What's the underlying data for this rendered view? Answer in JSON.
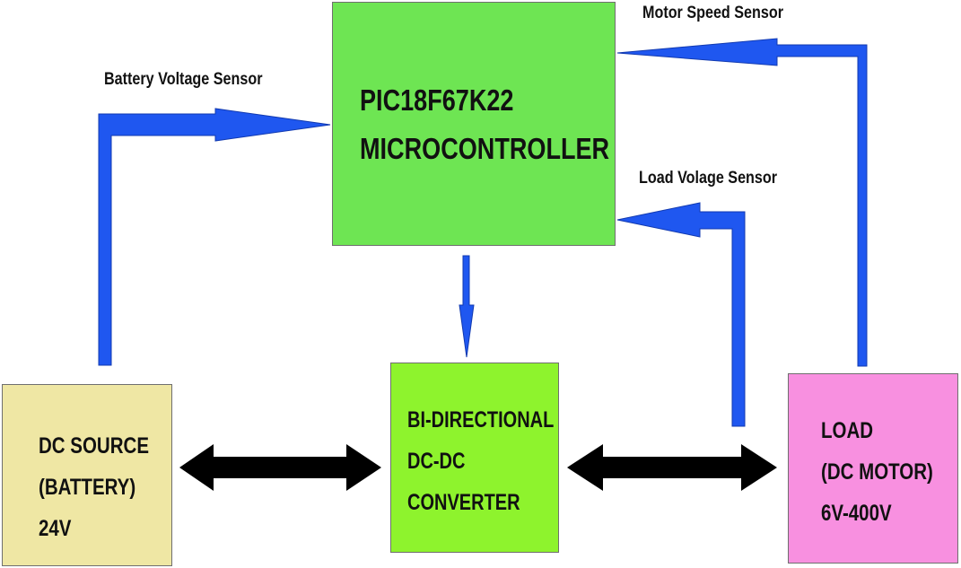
{
  "blocks": {
    "microcontroller": {
      "line1": "PIC18F67K22",
      "line2": "MICROCONTROLLER",
      "color": "#6ee553"
    },
    "dc_source": {
      "line1": "DC SOURCE",
      "line2": "(BATTERY)",
      "line3": "24V",
      "color": "#efe7a4"
    },
    "converter": {
      "line1": "BI-DIRECTIONAL",
      "line2": "DC-DC",
      "line3": "CONVERTER",
      "color": "#8ef32d"
    },
    "load": {
      "line1": "LOAD",
      "line2": "(DC MOTOR)",
      "line3": "6V-400V",
      "color": "#f890e0"
    }
  },
  "signals": {
    "battery_voltage": "Battery Voltage Sensor",
    "motor_speed": "Motor Speed Sensor",
    "load_voltage": "Load Volage Sensor"
  },
  "colors": {
    "signal_arrow": "#1f57f0",
    "power_arrow": "#000000"
  }
}
